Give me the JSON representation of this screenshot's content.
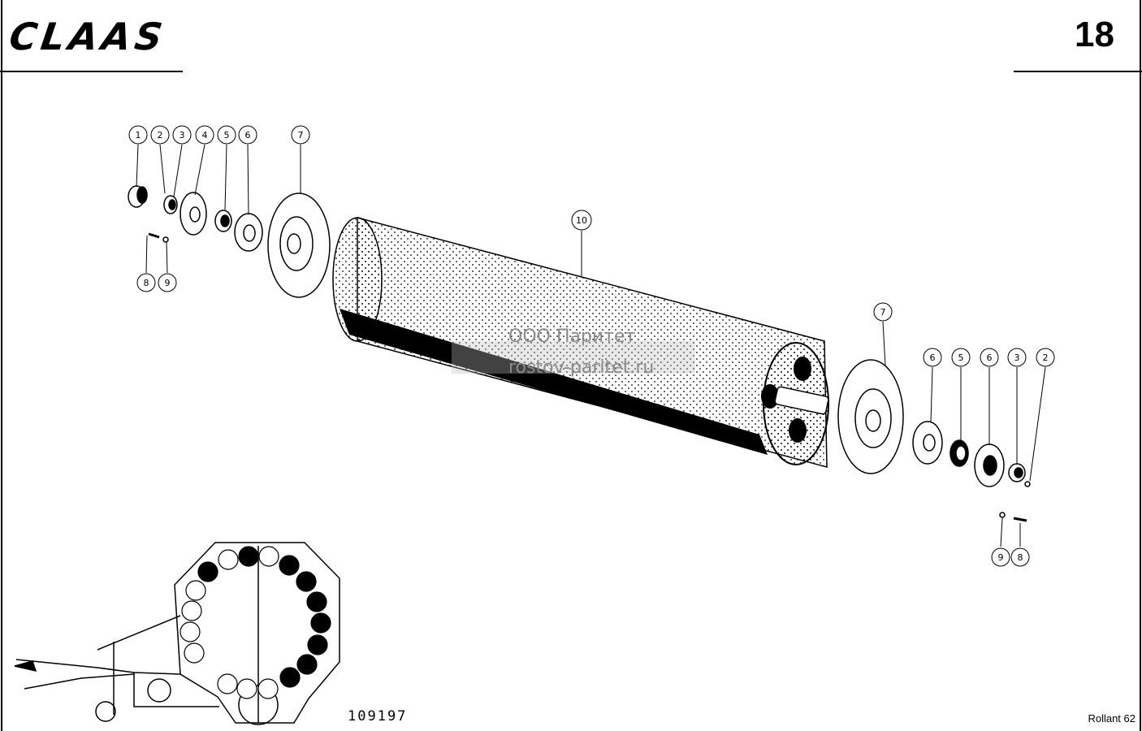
{
  "header": {
    "brand": "CLAAS",
    "page_number": "18"
  },
  "footer": {
    "drawing_number": "109197",
    "model": "Rollant 62"
  },
  "watermark": {
    "line1": "ООО Паритет",
    "line2": "rostov-paritet.ru"
  },
  "callouts": [
    "1",
    "2",
    "3",
    "4",
    "5",
    "6",
    "7",
    "8",
    "9",
    "10",
    "7",
    "6",
    "5",
    "6",
    "3",
    "2",
    "9",
    "8"
  ]
}
